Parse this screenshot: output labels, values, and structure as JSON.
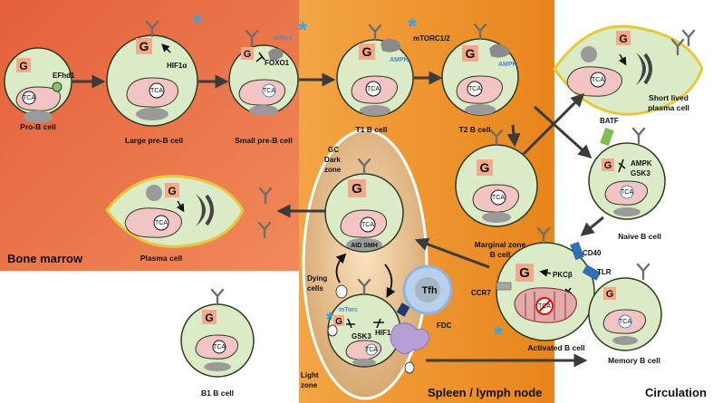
{
  "regions": {
    "bone_marrow": "Bone marrow",
    "spleen": "Spleen / lymph node",
    "circulation": "Circulation"
  },
  "gc": {
    "label_line1": "GC",
    "label_line2": "Dark",
    "label_line3": "zone",
    "light_line1": "Light",
    "light_line2": "zone",
    "dying_line1": "Dying",
    "dying_line2": "cells",
    "tfh": "Tfh",
    "fdc": "FDC",
    "aid_smh": "AID SMH"
  },
  "cells": {
    "pro_b": "Pro-B cell",
    "large_pre_b": "Large pre-B cell",
    "small_pre_b": "Small pre-B cell",
    "t1_b": "T1 B cell",
    "t2_b": "T2 B cell",
    "short_plasma_1": "Short lived",
    "short_plasma_2": "plasma cell",
    "naive_b": "Naive B cell",
    "marginal_1": "Marginal zone",
    "marginal_2": "B cell",
    "activated_b": "Activated B cell",
    "memory_b": "Memory B cell",
    "b1_b": "B1 B cell",
    "plasma": "Plasma cell"
  },
  "markers": {
    "g": "G",
    "tca": "TCA",
    "efhd1": "EFhd1",
    "hif1a": "HIF1α",
    "mtorc": "mTorc",
    "foxo1": "FOXO1",
    "mtorc12": "mTORC1/2",
    "ampk": "AMPK",
    "batf": "BATF",
    "gsk3": "GSK3",
    "cd40": "CD40",
    "tlr": "TLR",
    "pkcb": "PKCβ",
    "ccr7": "CCR7",
    "asterisk": "*"
  },
  "colors": {
    "bone_marrow": "#e4603a",
    "spleen": "#ef9a2c",
    "cell_fill": "#dcebc7",
    "cell_stroke": "#2e3a22",
    "mito": "#f2c4c4",
    "g_box": "#f4a98a",
    "asterisk": "#3aa3d9",
    "tfh": "#b8d0ea",
    "arrow": "#3b3b3b"
  }
}
